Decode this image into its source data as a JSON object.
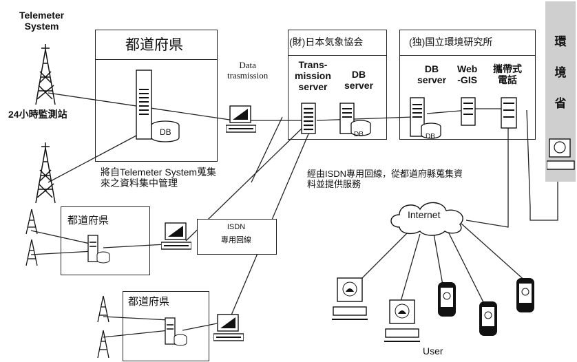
{
  "telemeter_title": [
    "Telemeter",
    "System"
  ],
  "station_label": "24小時監測站",
  "prefecture_main": "都道府県",
  "prefecture_2": "都道府県",
  "prefecture_3": "都道府県",
  "data_transmission": [
    "Data",
    "trasmission"
  ],
  "jma_box": {
    "title": "(財)日本気象協会",
    "transmission_server": [
      "Trans-",
      "mission",
      "server"
    ],
    "db_server": [
      "DB",
      "server"
    ]
  },
  "nies_box": {
    "title": "(独)国立環境研究所",
    "db_server": [
      "DB",
      "server"
    ],
    "web_gis": [
      "Web",
      "-GIS"
    ],
    "mobile": [
      "攜帶式",
      "電話"
    ]
  },
  "ministry": [
    "環",
    "境",
    "省"
  ],
  "db_label": "DB",
  "collect_note": [
    "將自Telemeter System蒐集",
    "來之資料集中管理"
  ],
  "isdn_box": [
    "ISDN",
    "專用回線"
  ],
  "isdn_note": [
    "經由ISDN專用回線，從都道府縣蒐集資",
    "料並提供服務"
  ],
  "internet": "Internet",
  "user": "User"
}
